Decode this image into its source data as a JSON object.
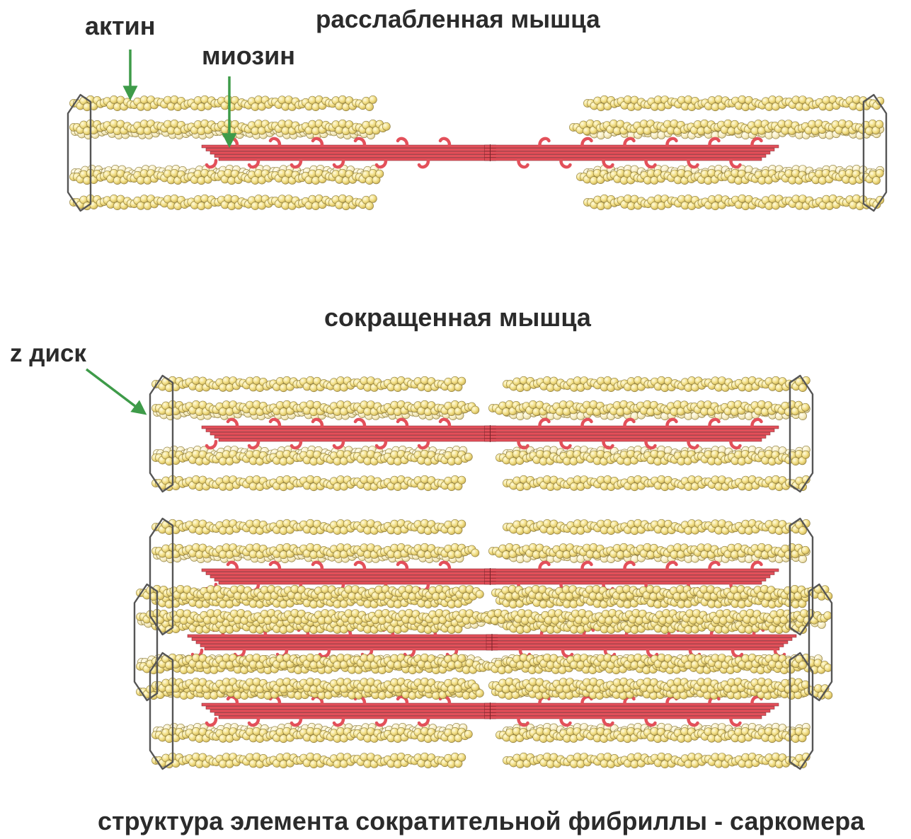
{
  "labels": {
    "actin": "актин",
    "myosin": "миозин",
    "relaxed_title": "расслабленная мышца",
    "contracted_title": "сокращенная мышца",
    "z_disc": "z диск",
    "caption": "структура элемента сократительной  фибриллы - саркомера"
  },
  "colors": {
    "actin_bead": "#f2df86",
    "actin_outline": "#8a7a3c",
    "myosin": "#e3505a",
    "myosin_outline": "#7a2228",
    "z_disc_line": "#555555",
    "arrow": "#3e9b49",
    "text": "#2b2b2b"
  }
}
